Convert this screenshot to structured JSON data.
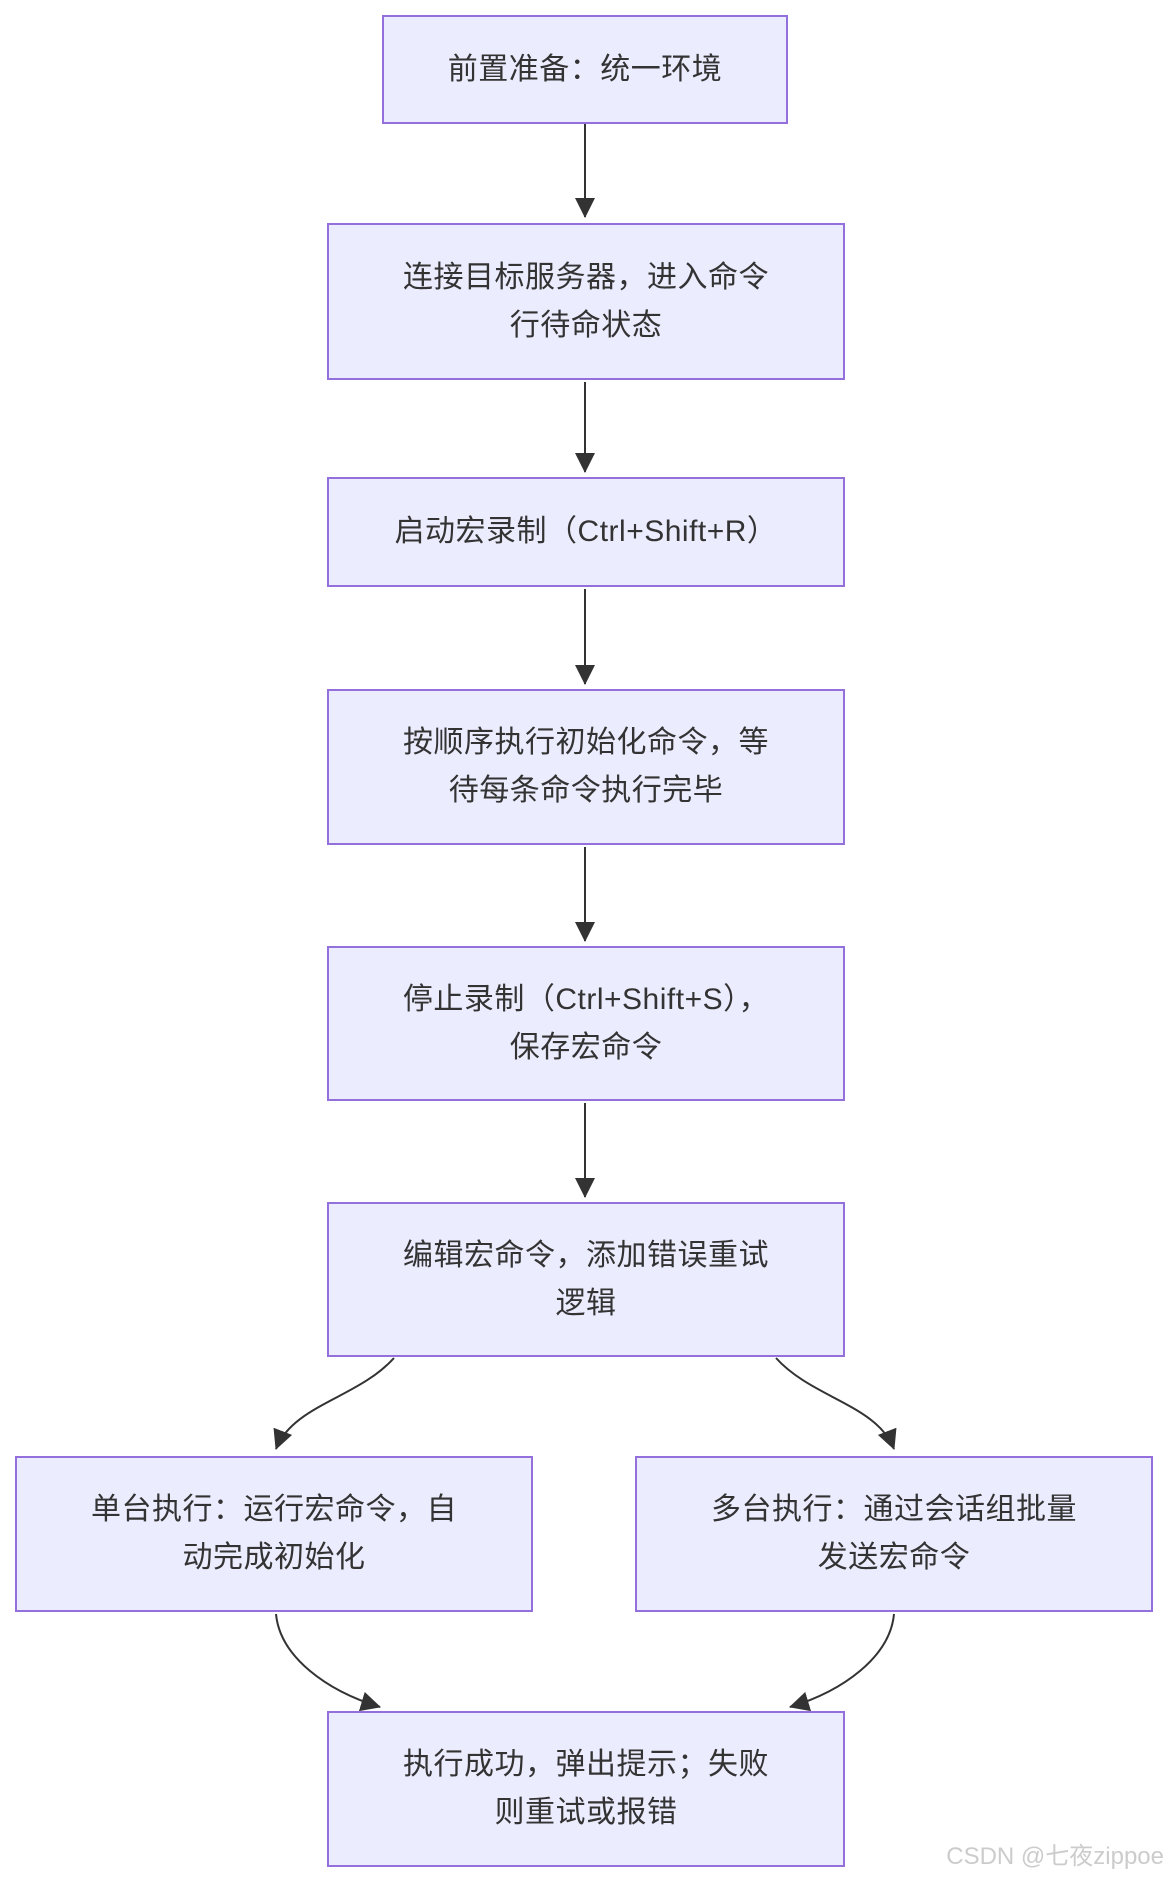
{
  "diagram": {
    "type": "flowchart",
    "direction": "top-down",
    "nodes": [
      {
        "id": "prep",
        "label": "前置准备：统一环境"
      },
      {
        "id": "connect",
        "label": "连接目标服务器，进入命令\n行待命状态"
      },
      {
        "id": "record",
        "label": "启动宏录制（Ctrl+Shift+R）"
      },
      {
        "id": "init",
        "label": "按顺序执行初始化命令，等\n待每条命令执行完毕"
      },
      {
        "id": "stop",
        "label": "停止录制（Ctrl+Shift+S），\n保存宏命令"
      },
      {
        "id": "edit",
        "label": "编辑宏命令，添加错误重试\n逻辑"
      },
      {
        "id": "single",
        "label": "单台执行：运行宏命令，自\n动完成初始化"
      },
      {
        "id": "multi",
        "label": "多台执行：通过会话组批量\n发送宏命令"
      },
      {
        "id": "result",
        "label": "执行成功，弹出提示；失败\n则重试或报错"
      }
    ],
    "edges": [
      {
        "from": "prep",
        "to": "connect"
      },
      {
        "from": "connect",
        "to": "record"
      },
      {
        "from": "record",
        "to": "init"
      },
      {
        "from": "init",
        "to": "stop"
      },
      {
        "from": "stop",
        "to": "edit"
      },
      {
        "from": "edit",
        "to": "single"
      },
      {
        "from": "edit",
        "to": "multi"
      },
      {
        "from": "single",
        "to": "result"
      },
      {
        "from": "multi",
        "to": "result"
      }
    ],
    "colors": {
      "node_fill": "#ECECFF",
      "node_border": "#9370DB",
      "edge": "#333333",
      "text": "#333333",
      "watermark": "#cccccc",
      "background": "#ffffff"
    },
    "watermark": "CSDN @七夜zippoe"
  }
}
